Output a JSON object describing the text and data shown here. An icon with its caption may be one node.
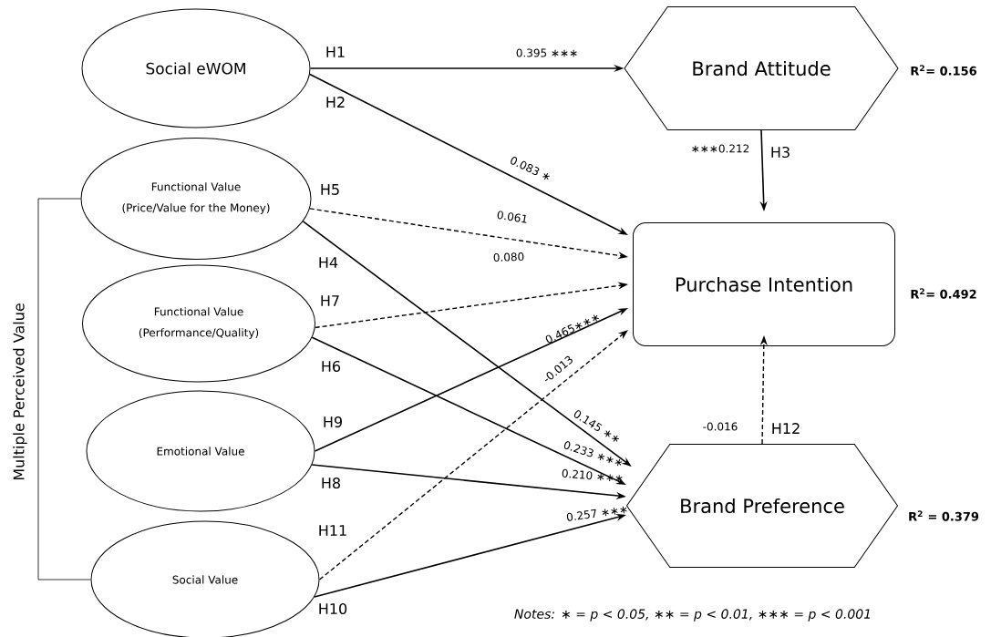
{
  "diagram": {
    "nodes": [
      {
        "text": [
          "Social eWOM"
        ]
      },
      {
        "text": [
          "Functional Value",
          "(Price/Value for the Money)"
        ]
      },
      {
        "text": [
          "Functional Value",
          "(Performance/Quality)"
        ]
      },
      {
        "text": [
          "Emotional Value"
        ]
      },
      {
        "text": [
          "Social Value"
        ]
      },
      {
        "text": [
          "Brand Attitude"
        ],
        "beside": [
          "R$^{2}$= 0.156"
        ]
      },
      {
        "text": [
          "Purchase Intention"
        ],
        "beside": [
          "R$^{2}$= 0.492"
        ]
      },
      {
        "text": [
          "Brand Preference"
        ],
        "beside": [
          "R$^{2}$ = 0.379"
        ]
      }
    ],
    "edges": [
      {
        "from": 0,
        "to": 5,
        "arrow": "to",
        "label": "H1"
      },
      {
        "from": 0,
        "to": 6,
        "arrow": "to",
        "label": "H2"
      },
      {
        "from": 1,
        "to": 6,
        "arrow": "to",
        "label": "H5",
        "style": "dashed"
      },
      {
        "from": 1,
        "to": 7,
        "arrow": "to",
        "label": "H4"
      },
      {
        "from": 2,
        "to": 6,
        "arrow": "to",
        "label": "H7",
        "style": "dashed"
      },
      {
        "from": 2,
        "to": 7,
        "arrow": "to",
        "label": "H6"
      },
      {
        "from": 3,
        "to": 6,
        "arrow": "to",
        "label": "H9"
      },
      {
        "from": 3,
        "to": 7,
        "arrow": "to",
        "label": "H8"
      },
      {
        "from": 4,
        "to": 6,
        "arrow": "to",
        "label": "H11",
        "style": "dashed"
      },
      {
        "from": 4,
        "to": 7,
        "arrow": "to",
        "label": "H10"
      },
      {
        "from": 5,
        "to": 6,
        "arrow": "to",
        "label": "H3"
      },
      {
        "from": 7,
        "to": 6,
        "arrow": "to",
        "label": "H12",
        "style": "dashed"
      },
      {
        "from": 1,
        "to": 4,
        "arrow": "none",
        "label": "Multiple Perceived Value"
      }
    ],
    "labels": [
      "0.395 ∗∗∗",
      "∗∗∗0.212",
      "0.083 ∗",
      "0.061",
      "0.080",
      "0.465∗∗∗",
      "-0.013",
      "0.145 ∗∗",
      "-0.016",
      "0.233 ∗∗∗",
      "0.210 ∗∗∗",
      "0.257 ∗∗∗",
      "Notes:  ∗ = p < 0.05, ∗∗ = p < 0.01, ∗∗∗ = p < 0.001"
    ]
  }
}
